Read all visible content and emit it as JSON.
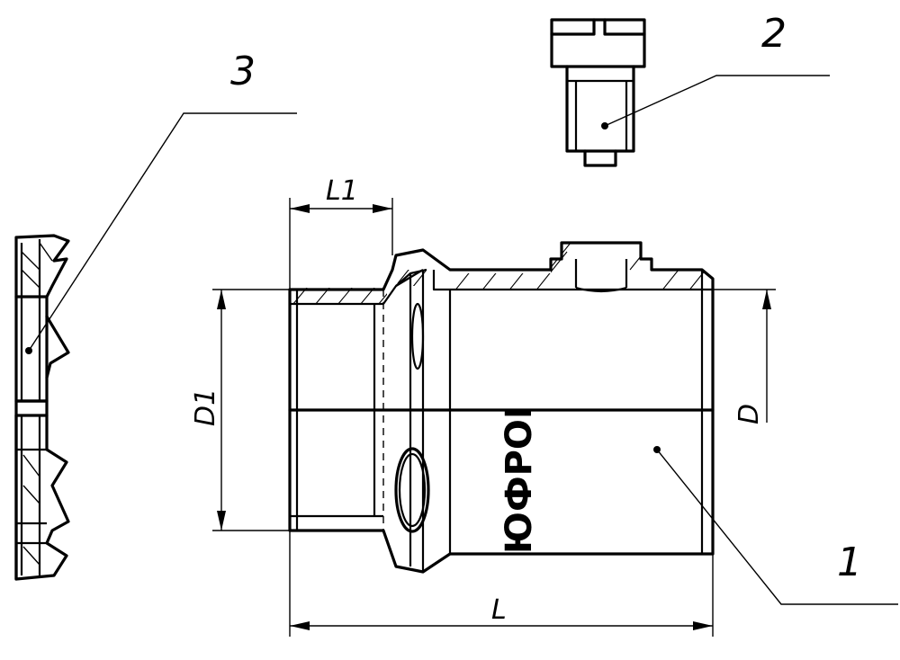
{
  "callouts": {
    "part_1": "1",
    "part_2": "2",
    "part_3": "3"
  },
  "dimensions": {
    "length": "L",
    "length_1": "L1",
    "diameter": "D",
    "diameter_1": "D1"
  },
  "brand_text": "ЮФРОГ"
}
